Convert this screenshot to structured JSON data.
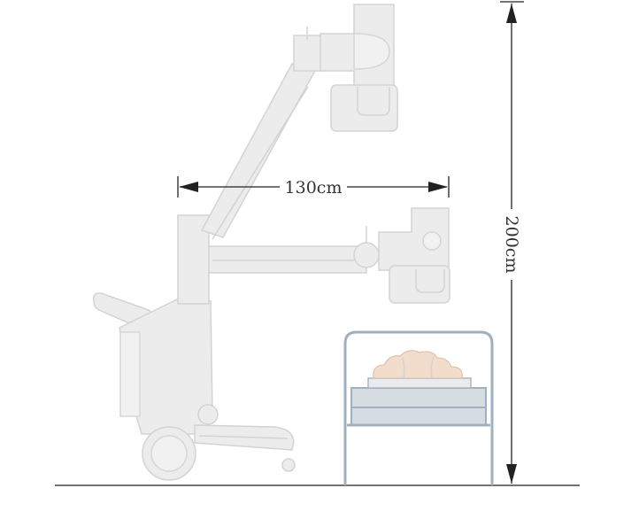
{
  "dimensions": {
    "width_label": "130cm",
    "height_label": "200cm"
  },
  "colors": {
    "machine": "#ececec",
    "machine_outline": "#d3d3d3",
    "bed_frame": "#9fb1bf",
    "bed_panel": "#d5dde3",
    "patient": "#f2dccb",
    "dimension_lines": "#222222"
  },
  "icons": [
    "mobile-x-ray-unit",
    "patient-bed",
    "patient-figure"
  ]
}
